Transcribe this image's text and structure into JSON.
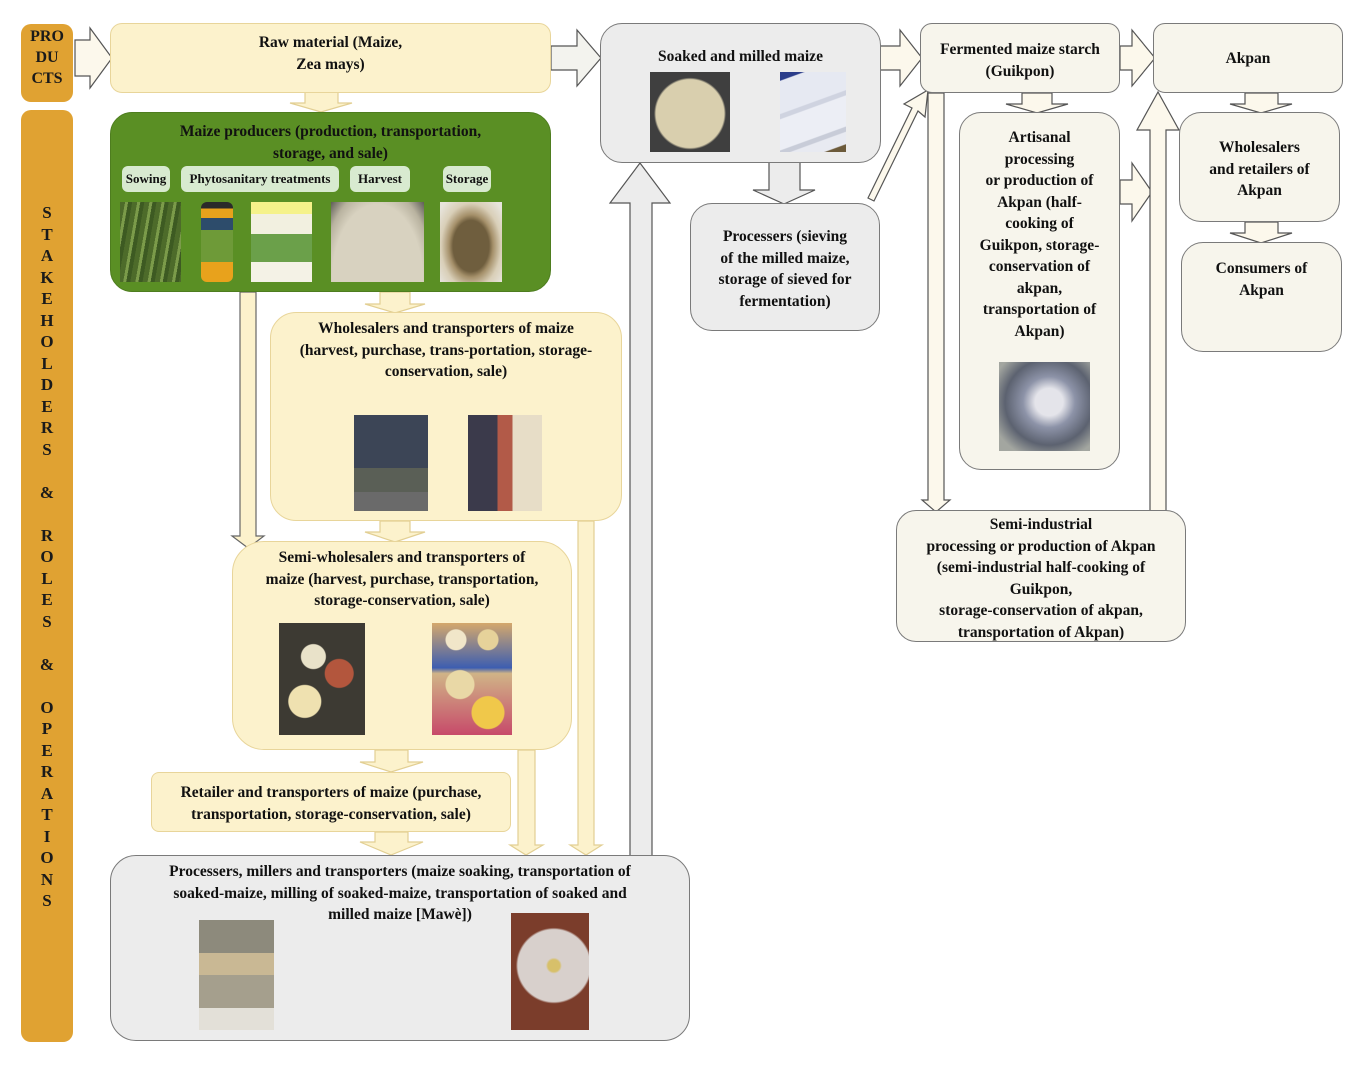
{
  "side_labels": {
    "products": [
      "PRO",
      "DU",
      "CTS"
    ],
    "stakeholders": [
      "S",
      "T",
      "A",
      "K",
      "E",
      "H",
      "O",
      "L",
      "D",
      "E",
      "R",
      "S",
      " ",
      "&",
      " ",
      "R",
      "O",
      "L",
      "E",
      "S",
      " ",
      "&",
      " ",
      "O",
      "P",
      "E",
      "R",
      "A",
      "T",
      "I",
      "O",
      "N",
      "S"
    ]
  },
  "products_row": {
    "raw_material": [
      "Raw material (Maize,",
      "Zea mays)"
    ],
    "soaked_milled": "Soaked and milled maize",
    "fermented": [
      "Fermented maize starch",
      "(Guikpon)"
    ],
    "akpan": "Akpan"
  },
  "stakeholders": {
    "maize_producers": {
      "title": [
        "Maize producers (production, transportation,",
        "storage, and sale)"
      ],
      "steps": [
        "Sowing",
        "Phytosanitary treatments",
        "Harvest",
        "Storage"
      ]
    },
    "wholesalers_maize": [
      "Wholesalers and transporters of maize",
      "(harvest, purchase, trans-portation, storage-",
      "conservation, sale)"
    ],
    "semi_wholesalers": [
      "Semi-wholesalers and transporters of",
      "maize (harvest, purchase, transportation,",
      "storage-conservation, sale)"
    ],
    "retailer": [
      "Retailer and transporters of maize (purchase,",
      "transportation, storage-conservation, sale)"
    ],
    "processers_millers": [
      "Processers, millers and transporters (maize soaking, transportation of",
      "soaked-maize, milling of soaked-maize, transportation of soaked and",
      "milled maize [Mawè])"
    ],
    "processers_sieving": [
      "Processers (sieving",
      "of the milled maize,",
      "storage of sieved  for",
      "fermentation)"
    ],
    "artisanal": [
      "Artisanal",
      "processing",
      "or production of",
      "Akpan (half-",
      "cooking of",
      "Guikpon, storage-",
      "conservation of",
      "akpan,",
      "transportation of",
      "Akpan)"
    ],
    "semi_industrial": [
      "Semi-industrial",
      "processing or production of Akpan",
      "(semi-industrial half-cooking of",
      "Guikpon,",
      "storage-conservation of akpan,",
      "transportation of Akpan)"
    ],
    "wholesalers_akpan": [
      "Wholesalers",
      "and retailers of",
      "Akpan"
    ],
    "consumers_akpan": [
      "Consumers of",
      "Akpan"
    ]
  },
  "photos": {
    "sowing": "maize field photo",
    "phyto_bottle": "pesticide bottle photo",
    "phyto_packet": "pesticide packet photo",
    "harvest": "harvested maize grain pile photo",
    "storage": "traditional granary photo",
    "soaked_maize": "soaked maize basin photo",
    "milled_bag": "milled maize bag photo",
    "truck": "truck loading photo",
    "market_stall": "market bags photo",
    "market_bowls1": "market basins photo",
    "market_bowls2": "market basins photo",
    "mill": "grain mill photo",
    "mill_plate": "milling plate photo",
    "akpan_cooking": "cooking pot photo"
  },
  "colors": {
    "orange": "#e0a232",
    "green": "#5a8f24",
    "yellow": "#fcf2cc",
    "grey": "#ececec",
    "cream": "#f7f5ec"
  }
}
